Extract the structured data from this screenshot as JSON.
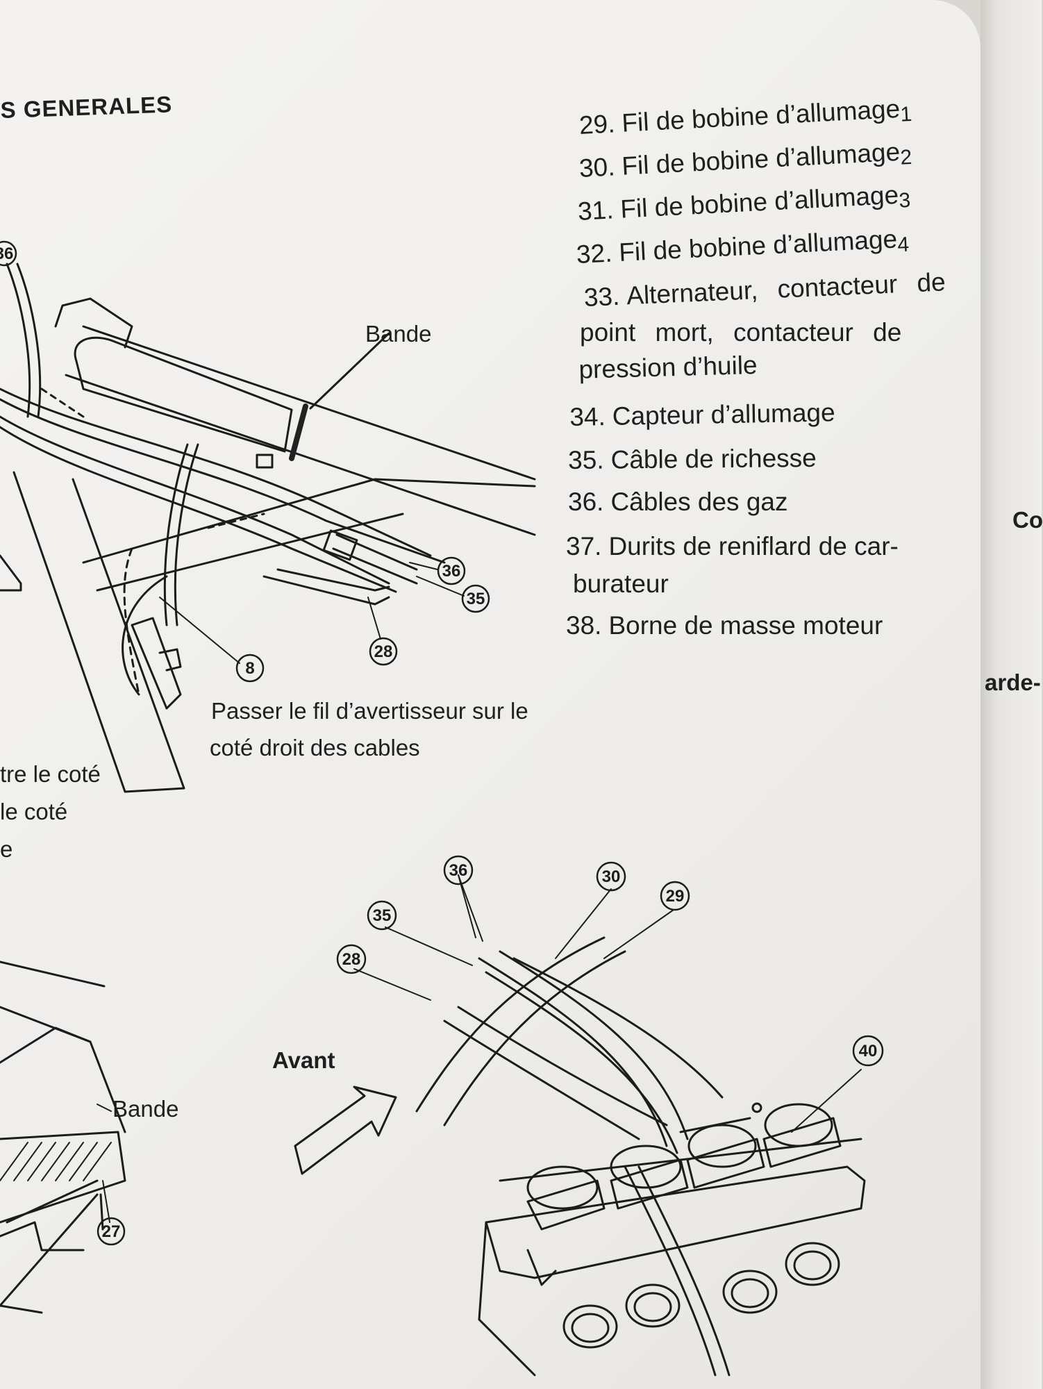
{
  "header": {
    "section_title": "S GENERALES"
  },
  "legend": [
    {
      "num": "29.",
      "text": "Fil de bobine d’allumage",
      "sub": "1"
    },
    {
      "num": "30.",
      "text": "Fil de bobine d’allumage",
      "sub": "2"
    },
    {
      "num": "31.",
      "text": "Fil de bobine d’allumage",
      "sub": "3"
    },
    {
      "num": "32.",
      "text": "Fil de bobine d’allumage",
      "sub": "4"
    },
    {
      "num": "33.",
      "text": "Alternateur, contacteur de",
      "sub": ""
    },
    {
      "num": "",
      "text": "point mort, contacteur de",
      "sub": ""
    },
    {
      "num": "",
      "text": "pression d’huile",
      "sub": ""
    },
    {
      "num": "34.",
      "text": "Capteur d’allumage",
      "sub": ""
    },
    {
      "num": "35.",
      "text": "Câble de richesse",
      "sub": ""
    },
    {
      "num": "36.",
      "text": "Câbles des gaz",
      "sub": ""
    },
    {
      "num": "37.",
      "text": "Durits de reniflard de car-",
      "sub": ""
    },
    {
      "num": "",
      "text": "burateur",
      "sub": ""
    },
    {
      "num": "38.",
      "text": "Borne de masse moteur",
      "sub": ""
    }
  ],
  "diagram_top": {
    "bande_label": "Bande",
    "note_line1": "Passer le fil d’avertisseur sur le",
    "note_line2": "coté droit des cables",
    "callouts": [
      "36",
      "36",
      "35",
      "28",
      "8"
    ]
  },
  "left_fragments": {
    "line1": "tre le coté",
    "line2": "le coté",
    "line3": "e"
  },
  "diagram_bottom": {
    "avant_label": "Avant",
    "bande_label": "Bande",
    "callouts": [
      "36",
      "30",
      "29",
      "35",
      "28",
      "40",
      "27"
    ]
  },
  "next_page": {
    "frag1": "Co",
    "frag2": "arde-"
  }
}
